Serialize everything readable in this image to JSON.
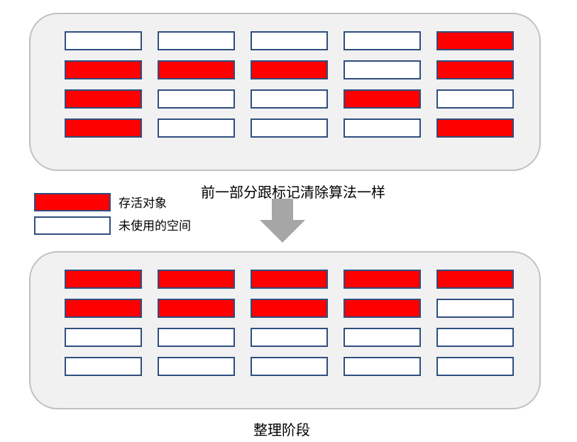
{
  "colors": {
    "live": "#ff0000",
    "free": "#ffffff",
    "border": "#2e4e7e",
    "panel": "#f1f1f1",
    "arrow": "#a6a6a6"
  },
  "top_panel": {
    "caption": "前一部分跟标记清除算法一样",
    "grid": [
      [
        "free",
        "free",
        "free",
        "free",
        "live"
      ],
      [
        "live",
        "live",
        "live",
        "free",
        "live"
      ],
      [
        "live",
        "free",
        "free",
        "live",
        "free"
      ],
      [
        "live",
        "free",
        "free",
        "free",
        "live"
      ]
    ]
  },
  "bottom_panel": {
    "caption": "整理阶段",
    "grid": [
      [
        "live",
        "live",
        "live",
        "live",
        "live"
      ],
      [
        "live",
        "live",
        "live",
        "live",
        "free"
      ],
      [
        "free",
        "free",
        "free",
        "free",
        "free"
      ],
      [
        "free",
        "free",
        "free",
        "free",
        "free"
      ]
    ]
  },
  "legend": {
    "live_label": "存活对象",
    "free_label": "未使用的空间"
  },
  "arrow_icon": "down-arrow-icon"
}
